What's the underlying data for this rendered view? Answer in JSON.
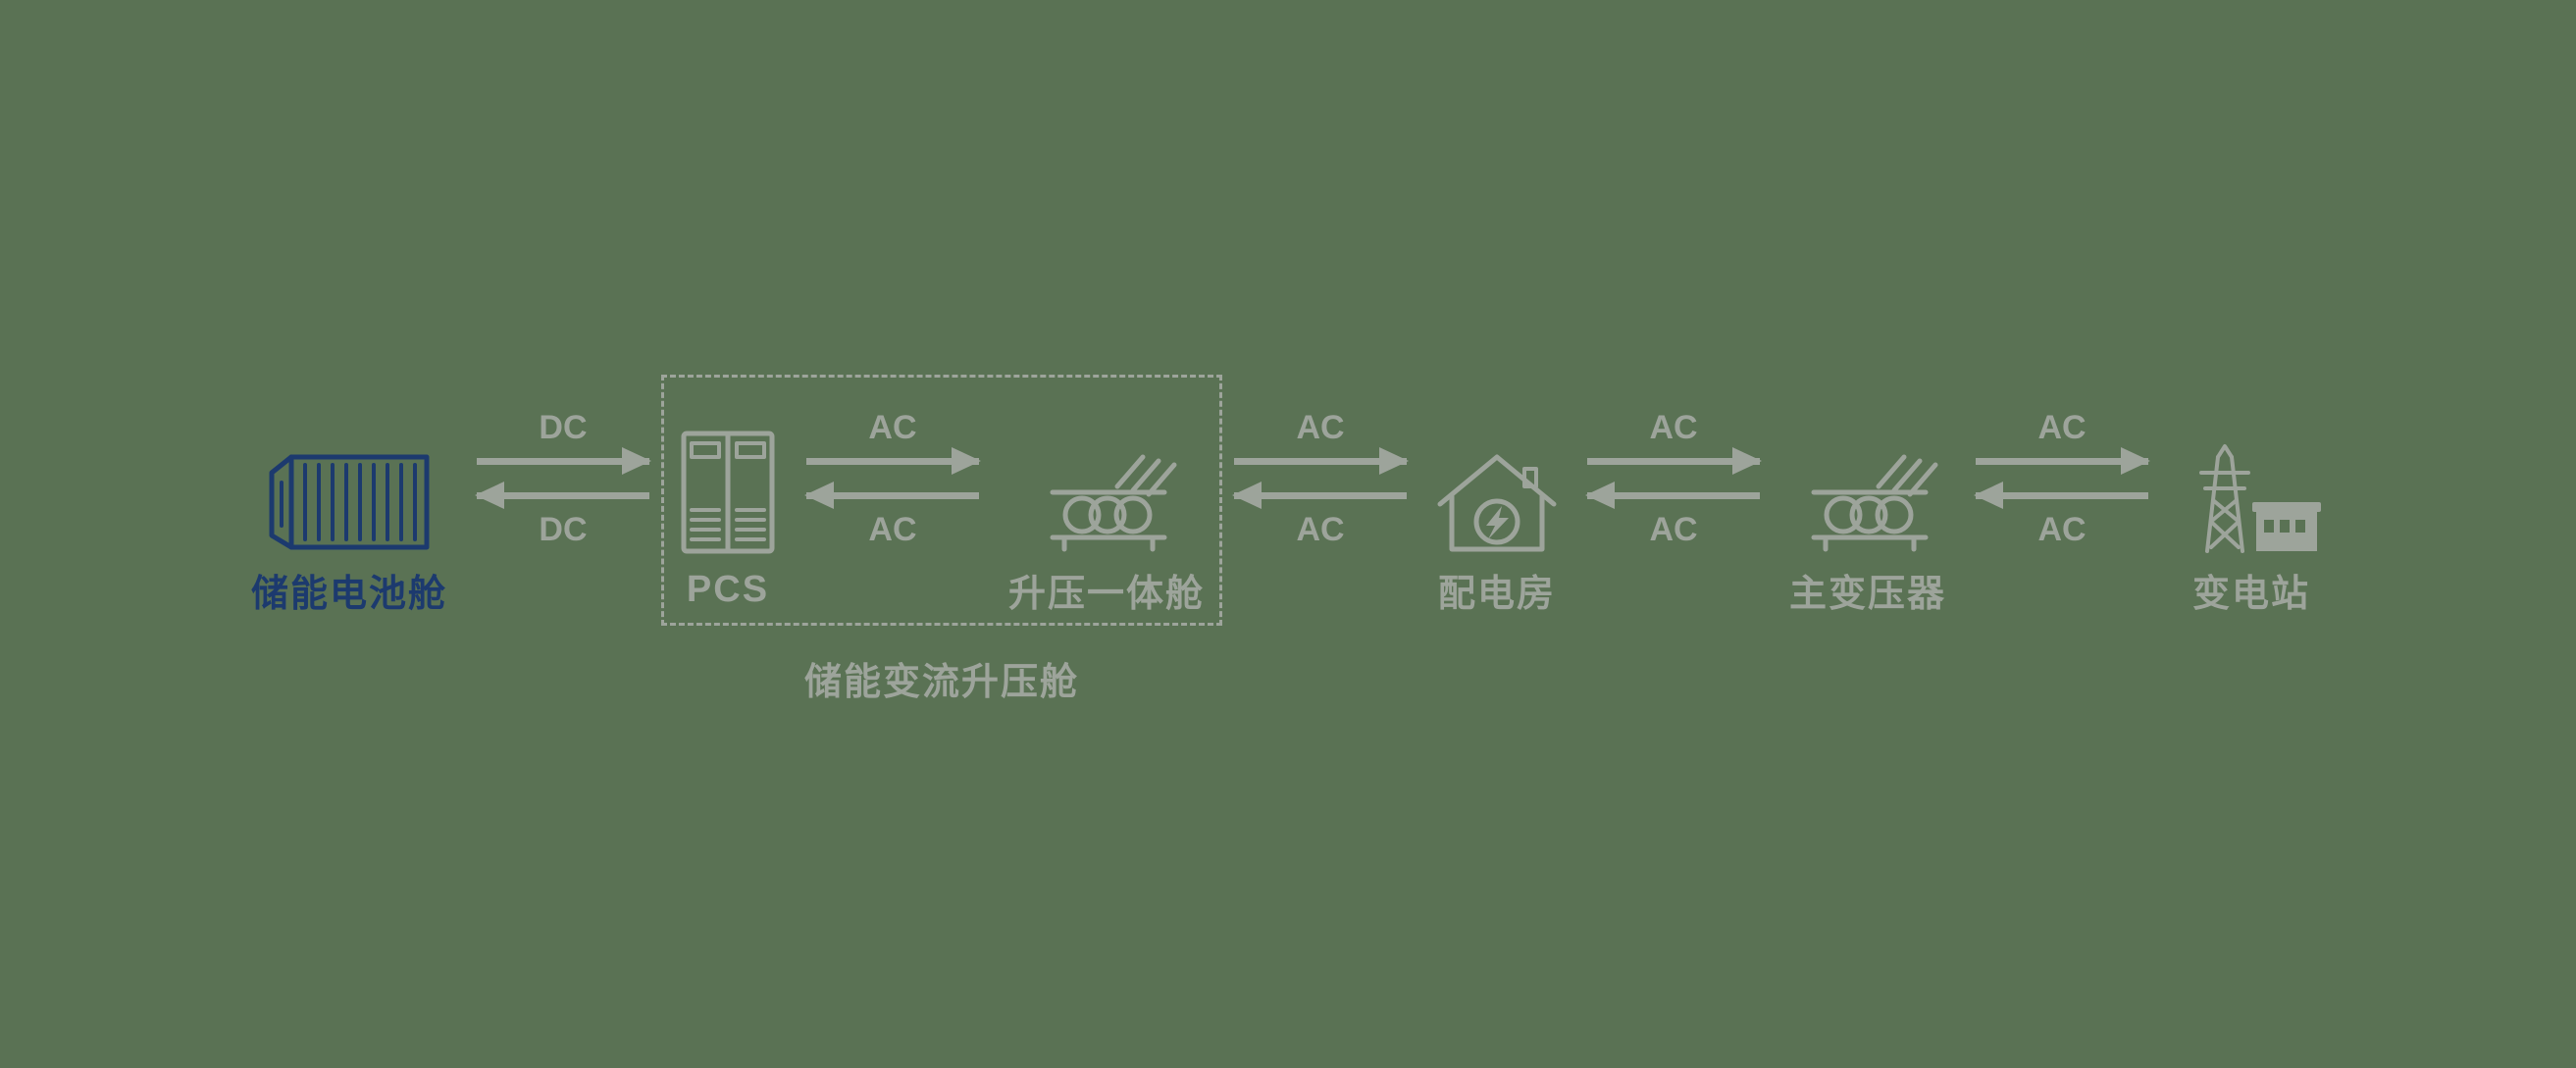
{
  "colors": {
    "background": "#5a7254",
    "muted_gray": "#9da49b",
    "highlight_navy": "#1c3a6e"
  },
  "icons": [
    "battery-container-icon",
    "pcs-cabinet-icon",
    "boost-transformer-icon",
    "distribution-house-icon",
    "main-transformer-icon",
    "substation-tower-icon",
    "arrow-right-icon",
    "arrow-left-icon"
  ],
  "nodes": {
    "battery": {
      "label": "储能电池舱"
    },
    "pcs": {
      "label": "PCS"
    },
    "boost": {
      "label": "升压一体舱"
    },
    "distribution": {
      "label": "配电房"
    },
    "main_transformer": {
      "label": "主变压器"
    },
    "substation": {
      "label": "变电站"
    }
  },
  "group": {
    "label": "储能变流升压舱"
  },
  "links": {
    "battery_pcs": {
      "forward": "DC",
      "backward": "DC"
    },
    "pcs_boost": {
      "forward": "AC",
      "backward": "AC"
    },
    "boost_distribution": {
      "forward": "AC",
      "backward": "AC"
    },
    "distribution_main_transformer": {
      "forward": "AC",
      "backward": "AC"
    },
    "main_transformer_substation": {
      "forward": "AC",
      "backward": "AC"
    }
  }
}
